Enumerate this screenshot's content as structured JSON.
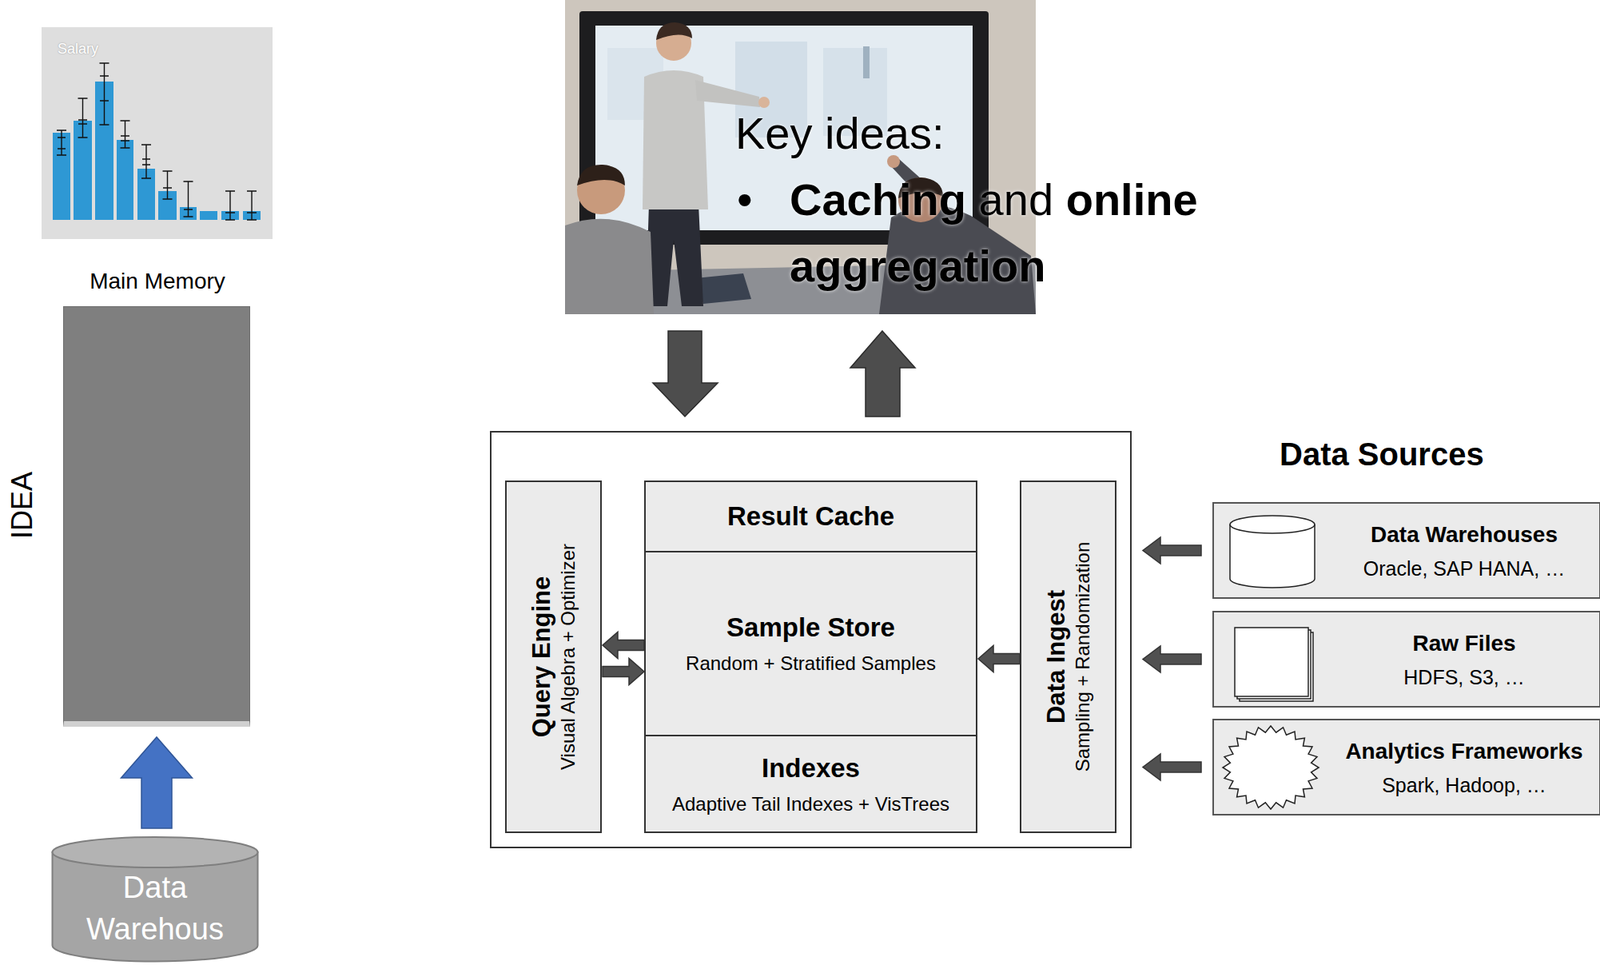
{
  "diagram": {
    "nodes": [
      {
        "text": [
          "Salary"
        ]
      },
      {
        "text": [
          "Main Memory"
        ]
      },
      {
        "text": [
          "Data Warehous"
        ]
      },
      {
        "text": [
          "Query Engine",
          "Visual Algebra + Optimizer"
        ]
      },
      {
        "text": [
          "Result Cache"
        ]
      },
      {
        "text": [
          "Sample Store",
          "Random + Stratified Samples"
        ]
      },
      {
        "text": [
          "Indexes",
          "Adaptive Tail Indexes + VisTrees"
        ]
      },
      {
        "text": [
          "Data Ingest",
          "Sampling + Randomization"
        ]
      },
      {
        "text": [
          "Data Warehouses",
          "Oracle, SAP HANA, …"
        ]
      },
      {
        "text": [
          "Raw Files",
          "HDFS, S3, …"
        ]
      },
      {
        "text": [
          "Analytics Frameworks",
          "Spark, Hadoop, …"
        ]
      }
    ],
    "edges": [
      {
        "from": 2,
        "to": 1,
        "arrow": "to"
      },
      {
        "from": 5,
        "to": 3,
        "arrow": "to"
      },
      {
        "from": 3,
        "to": 5,
        "arrow": "to"
      },
      {
        "from": 7,
        "to": 5,
        "arrow": "to"
      },
      {
        "from": 8,
        "to": 7,
        "arrow": "to"
      },
      {
        "from": 9,
        "to": 7,
        "arrow": "to"
      },
      {
        "from": 10,
        "to": 7,
        "arrow": "to"
      }
    ],
    "labels": [
      "IDEA",
      "Key ideas:",
      "•",
      "Caching",
      "and",
      "online aggregation",
      "Data Sources"
    ]
  }
}
